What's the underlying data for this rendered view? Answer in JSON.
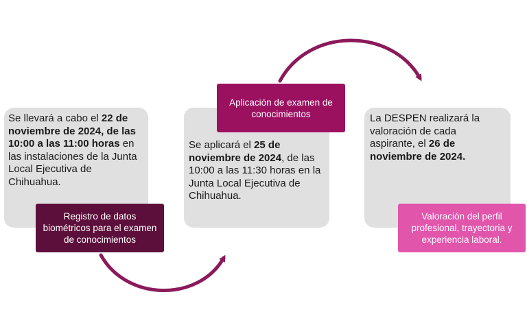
{
  "steps": [
    {
      "description": {
        "t1": "Se llevará a cabo el ",
        "b1": "22 de noviembre de 2024, de las 10:00 a las 11:00 horas",
        "t2": " en las instalaciones de la Junta Local Ejecutiva de Chihuahua."
      },
      "label": "Registro de datos biométricos para el examen de conocimientos"
    },
    {
      "description": {
        "t1": "Se aplicará el ",
        "b1": "25 de noviembre de 2024",
        "t2": ", de las 10:00 a  las 11:30 horas en la Junta Local Ejecutiva de Chihuahua."
      },
      "label": "Aplicación de examen de conocimientos"
    },
    {
      "description": {
        "t1": "La DESPEN realizará la valoración de cada aspirante, el ",
        "b1": "26 de noviembre de 2024.",
        "t2": ""
      },
      "label": "Valoración del perfil profesional, trayectoria y experiencia laboral."
    }
  ],
  "colors": {
    "panel": "#e0e0e0",
    "label1": "#5c0f3a",
    "label2": "#9c1060",
    "label3": "#e155ab",
    "arrow": "#8b1a5a"
  }
}
